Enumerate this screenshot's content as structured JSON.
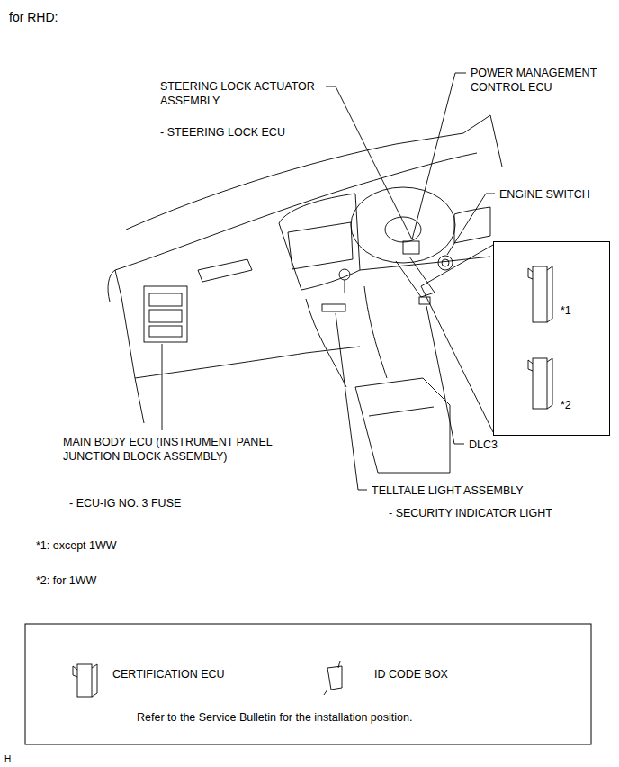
{
  "diagram": {
    "title": "for RHD:",
    "nodes": [
      {
        "text": [
          "*1",
          "*2"
        ]
      }
    ],
    "labels": [
      "STEERING LOCK ACTUATOR ASSEMBLY",
      "POWER MANAGEMENT CONTROL ECU",
      "- STEERING LOCK ECU",
      "ENGINE SWITCH",
      "MAIN BODY ECU (INSTRUMENT PANEL JUNCTION BLOCK ASSEMBLY)",
      "DLC3",
      "TELLTALE LIGHT ASSEMBLY",
      "- ECU-IG NO. 3 FUSE",
      "- SECURITY INDICATOR LIGHT",
      "*1: except 1WW",
      "*2: for 1WW",
      "Refer to the Service Bulletin for the installation position.",
      "H"
    ],
    "legend": [
      {
        "text": "CERTIFICATION ECU"
      },
      {
        "text": "ID CODE BOX"
      }
    ]
  }
}
